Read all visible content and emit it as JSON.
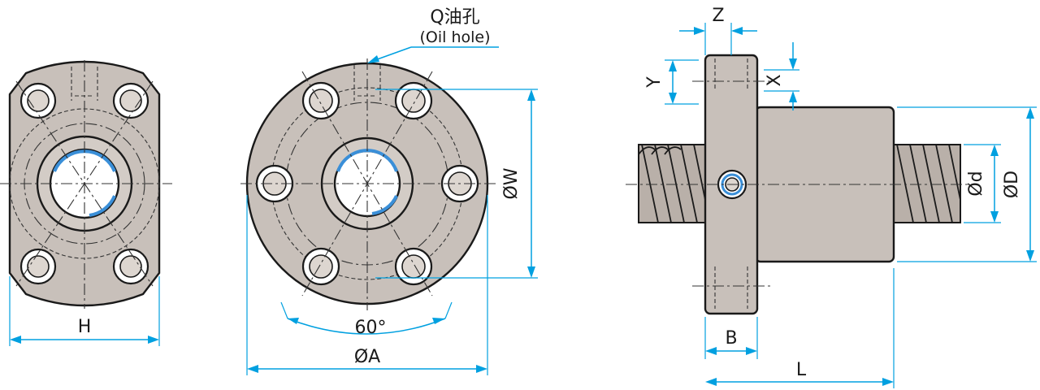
{
  "labels": {
    "oil_hole_cn": "Q油孔",
    "oil_hole_en": "(Oil hole)",
    "angle": "60°",
    "dim_H": "H",
    "dim_A": "ØA",
    "dim_W": "ØW",
    "dim_Z": "Z",
    "dim_Y": "Y",
    "dim_X": "X",
    "dim_B": "B",
    "dim_L": "L",
    "dim_d": "Ød",
    "dim_D": "ØD"
  },
  "colors": {
    "dimension": "#00a0e0",
    "outline": "#1a1a1a",
    "body": "#c8c0ba",
    "oil_groove": "#3a8fd8"
  }
}
